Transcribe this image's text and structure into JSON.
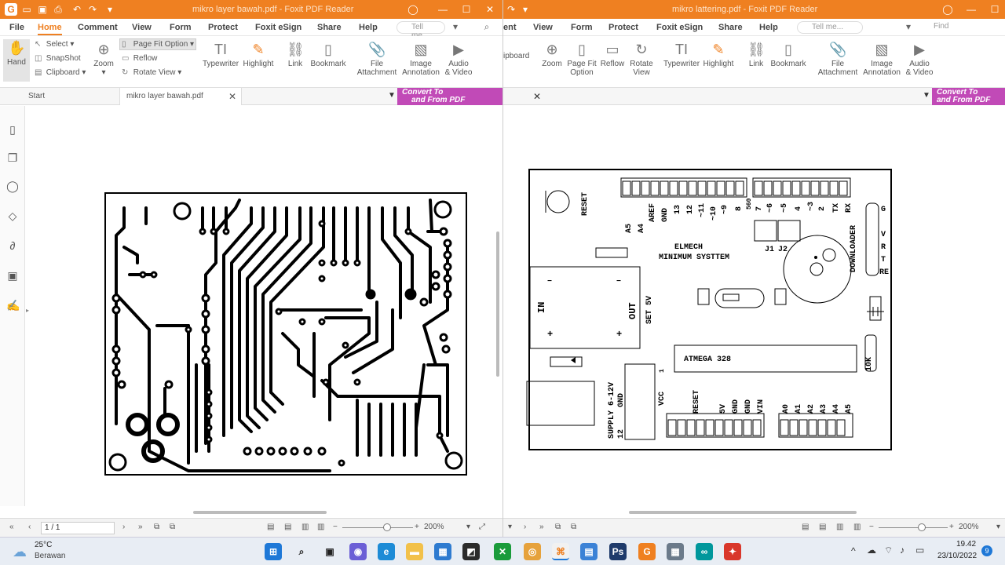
{
  "left_window": {
    "title": "mikro layer bawah.pdf - Foxit PDF Reader",
    "menu": [
      "File",
      "Home",
      "Comment",
      "View",
      "Form",
      "Protect",
      "Foxit eSign",
      "Share",
      "Help"
    ],
    "tell_me": "Tell me...",
    "ribbon": {
      "hand": "Hand",
      "select": "Select",
      "snapshot": "SnapShot",
      "clipboard": "Clipboard",
      "zoom": "Zoom",
      "page_fit": "Page Fit Option",
      "reflow": "Reflow",
      "rotate_view": "Rotate View",
      "typewriter": "Typewriter",
      "highlight": "Highlight",
      "link": "Link",
      "bookmark": "Bookmark",
      "file_attachment_1": "File",
      "file_attachment_2": "Attachment",
      "image_annotation_1": "Image",
      "image_annotation_2": "Annotation",
      "audio_video_1": "Audio",
      "audio_video_2": "& Video"
    },
    "tabs": {
      "start": "Start",
      "doc": "mikro layer bawah.pdf"
    },
    "convert_1": "Convert To",
    "convert_2": "and From PDF",
    "page_indicator": "1 / 1",
    "zoom_value": "200%"
  },
  "right_window": {
    "title": "mikro lattering.pdf - Foxit PDF Reader",
    "menu": [
      "ent",
      "View",
      "Form",
      "Protect",
      "Foxit eSign",
      "Share",
      "Help"
    ],
    "tell_me": "Tell me...",
    "find": "Find",
    "ribbon": {
      "clipboard": "ipboard",
      "zoom": "Zoom",
      "page_fit_1": "Page Fit",
      "page_fit_2": "Option",
      "reflow": "Reflow",
      "rotate_1": "Rotate",
      "rotate_2": "View",
      "typewriter": "Typewriter",
      "highlight": "Highlight",
      "link": "Link",
      "bookmark": "Bookmark",
      "file_attachment_1": "File",
      "file_attachment_2": "Attachment",
      "image_annotation_1": "Image",
      "image_annotation_2": "Annotation",
      "audio_video_1": "Audio",
      "audio_video_2": "& Video"
    },
    "convert_1": "Convert To",
    "convert_2": "and From PDF",
    "zoom_value": "200%",
    "silkscreen": {
      "reset": "RESET",
      "a5": "A5",
      "a4": "A4",
      "aref": "AREF",
      "gnd": "GND",
      "p13": "13",
      "p12": "12",
      "p11": "~11",
      "p10": "~10",
      "p9": "~9",
      "p8": "8",
      "r560": "560",
      "p7": "7",
      "p6": "~6",
      "p5": "~5",
      "p4": "4",
      "p3": "~3",
      "p2": "2",
      "tx": "TX",
      "rx": "RX",
      "g": "G",
      "v": "V",
      "r": "R",
      "t": "T",
      "re": "RE",
      "downloader": "DOWNLOADER",
      "elmech": "ELMECH",
      "minimum": "MINIMUM SYSTTEM",
      "j1": "J1",
      "j2": "J2",
      "in": "IN",
      "out": "OUT",
      "set5v": "SET 5V",
      "atmega": "ATMEGA 328",
      "r10k": "10K",
      "supply": "SUPPLY 6-12V",
      "sgnd": "GND",
      "s12": "12",
      "vcc": "VCC",
      "one": "1",
      "reset2": "RESET",
      "v5": "5V",
      "gnd2": "GND",
      "gnd3": "GND",
      "vin": "VIN",
      "a0": "A0",
      "a1": "A1",
      "a2": "A2",
      "a3": "A3",
      "a4b": "A4",
      "a5b": "A5",
      "minus": "−",
      "plus": "+"
    }
  },
  "taskbar": {
    "weather_temp": "25°C",
    "weather_desc": "Berawan",
    "time": "19.42",
    "date": "23/10/2022",
    "notif_count": "9"
  },
  "colors": {
    "foxit_orange": "#ef8021",
    "convert_purple": "#c14ab7"
  }
}
